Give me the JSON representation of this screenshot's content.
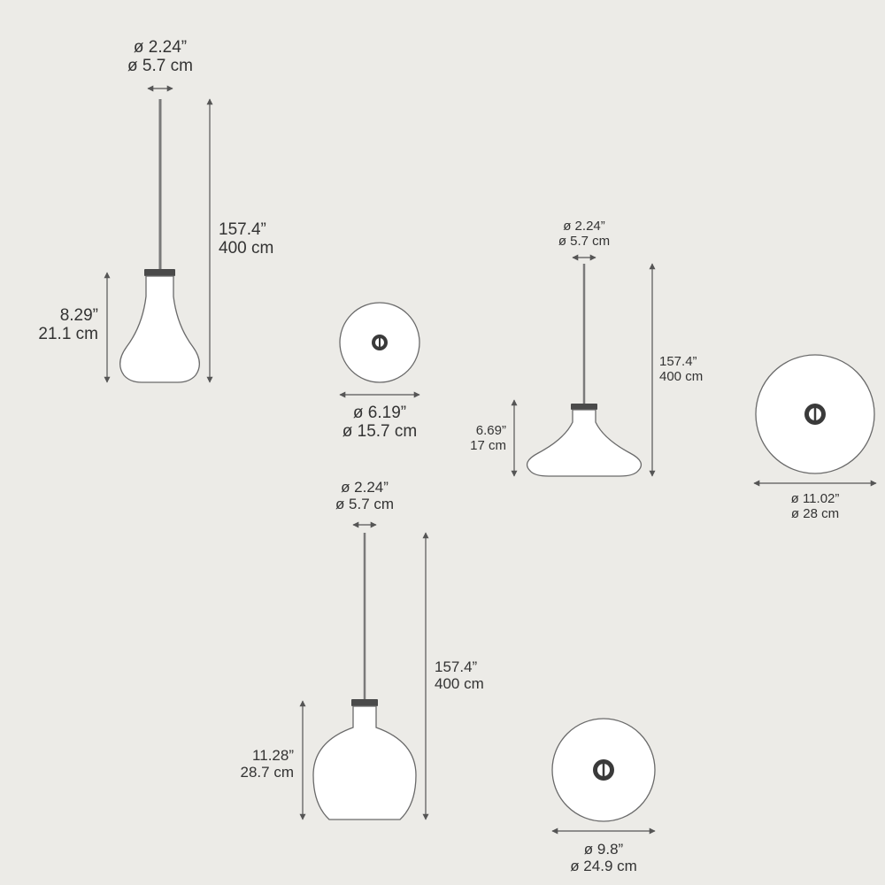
{
  "colors": {
    "background": "#ecebe7",
    "line": "#6a6a6a",
    "shade": "#ffffff",
    "canopy": "#4a4a4a",
    "text": "#333333"
  },
  "lamp_a": {
    "canopy_dim": {
      "inch": "ø 2.24”",
      "cm": "ø 5.7 cm"
    },
    "cable_dim": {
      "inch": "157.4”",
      "cm": "400 cm"
    },
    "height_dim": {
      "inch": "8.29”",
      "cm": "21.1 cm"
    },
    "diameter_dim": {
      "inch": "ø 6.19”",
      "cm": "ø 15.7 cm"
    }
  },
  "lamp_b": {
    "canopy_dim": {
      "inch": "ø 2.24”",
      "cm": "ø 5.7 cm"
    },
    "cable_dim": {
      "inch": "157.4”",
      "cm": "400 cm"
    },
    "height_dim": {
      "inch": "6.69”",
      "cm": "17 cm"
    },
    "diameter_dim": {
      "inch": "ø 11.02”",
      "cm": "ø 28 cm"
    }
  },
  "lamp_c": {
    "canopy_dim": {
      "inch": "ø 2.24”",
      "cm": "ø 5.7 cm"
    },
    "cable_dim": {
      "inch": "157.4”",
      "cm": "400 cm"
    },
    "height_dim": {
      "inch": "11.28”",
      "cm": "28.7 cm"
    },
    "diameter_dim": {
      "inch": "ø 9.8”",
      "cm": "ø 24.9 cm"
    }
  }
}
